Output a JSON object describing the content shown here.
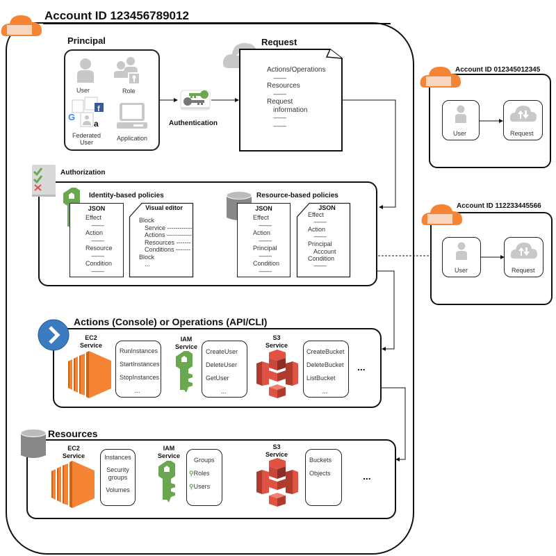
{
  "main_account": {
    "title": "Account ID 123456789012"
  },
  "principal": {
    "title": "Principal",
    "items": [
      "User",
      "Role",
      "Federated\nUser",
      "Application"
    ]
  },
  "authentication": {
    "label": "Authentication"
  },
  "request": {
    "title": "Request",
    "lines": [
      "Actions/Operations",
      "-----------",
      "Resources",
      "-----------",
      "Request",
      "information",
      "-----------",
      "-----------"
    ]
  },
  "account_b": {
    "title": "Account ID 012345012345",
    "user": "User",
    "request": "Request"
  },
  "account_c": {
    "title": "Account ID 112233445566",
    "user": "User",
    "request": "Request"
  },
  "authorization": {
    "title": "Authorization",
    "identity": {
      "title": "Identity-based policies",
      "json": {
        "header": "JSON",
        "fields": [
          "Effect",
          "Action",
          "Resource",
          "Condition"
        ]
      },
      "visual": {
        "header": "Visual editor",
        "lines": [
          "Block",
          "Service ------------",
          "Actions ------------",
          "Resources -------",
          "Conditions -------",
          "Block",
          "..."
        ]
      }
    },
    "resource": {
      "title": "Resource-based policies",
      "json1": {
        "header": "JSON",
        "fields": [
          "Effect",
          "Action",
          "Principal",
          "Condition"
        ]
      },
      "json2": {
        "header": "JSON",
        "fields": [
          "Effect",
          "Action",
          "Principal",
          "Account",
          "Condition"
        ]
      }
    }
  },
  "actions": {
    "title": "Actions (Console) or Operations (API/CLI)",
    "services": [
      {
        "name": "EC2\nService",
        "items": [
          "RunInstances",
          "StartInstances",
          "StopInstances",
          "..."
        ]
      },
      {
        "name": "IAM\nService",
        "items": [
          "CreateUser",
          "DeleteUser",
          "GetUser",
          "..."
        ]
      },
      {
        "name": "S3\nService",
        "items": [
          "CreateBucket",
          "DeleteBucket",
          "ListBucket",
          "..."
        ]
      }
    ],
    "more": "..."
  },
  "resources": {
    "title": "Resources",
    "services": [
      {
        "name": "EC2\nService",
        "items": [
          "Instances",
          "Security\ngroups",
          "Volumes"
        ]
      },
      {
        "name": "IAM\nService",
        "items": [
          "Groups",
          "Roles",
          "Users"
        ]
      },
      {
        "name": "S3\nService",
        "items": [
          "Buckets",
          "Objects"
        ]
      }
    ],
    "more": "..."
  },
  "colors": {
    "aws_orange": "#F58534",
    "iam_green": "#6AA84F",
    "s3_red": "#E05243",
    "grey": "#C8C8C8",
    "blue": "#3B7BBF"
  }
}
